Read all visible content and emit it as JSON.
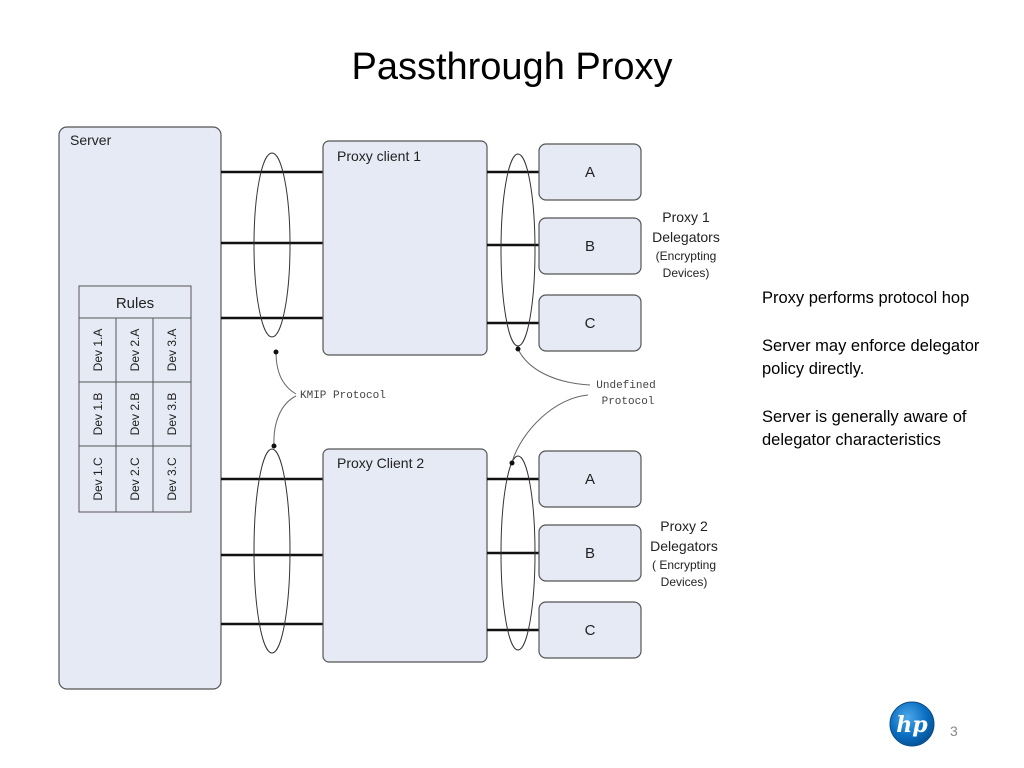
{
  "title": "Passthrough Proxy",
  "diagram": {
    "server_label": "Server",
    "rules_label": "Rules",
    "rules_rows": [
      [
        "Dev 1.A",
        "Dev 2.A",
        "Dev 3.A"
      ],
      [
        "Dev 1.B",
        "Dev 2.B",
        "Dev 3.B"
      ],
      [
        "Dev 1.C",
        "Dev 2.C",
        "Dev 3.C"
      ]
    ],
    "proxy_client_1": "Proxy client 1",
    "proxy_client_2": "Proxy Client 2",
    "devices_group_1": [
      "A",
      "B",
      "C"
    ],
    "devices_group_2": [
      "A",
      "B",
      "C"
    ],
    "group_1_caption": [
      "Proxy 1",
      "Delegators",
      "(Encrypting",
      "Devices)"
    ],
    "group_2_caption": [
      "Proxy 2",
      "Delegators",
      "( Encrypting",
      "Devices)"
    ],
    "kmip_label": "KMIP Protocol",
    "undefined_label": [
      "Undefined",
      "Protocol"
    ]
  },
  "notes": [
    "Proxy performs protocol hop",
    "Server  may enforce delegator  policy directly.",
    "Server is generally aware of delegator characteristics"
  ],
  "logo_text": "hp",
  "page_number": "3",
  "colors": {
    "box_fill": "#E6EAF5",
    "box_stroke": "#555555",
    "logo_blue": "#0A6FC2"
  }
}
